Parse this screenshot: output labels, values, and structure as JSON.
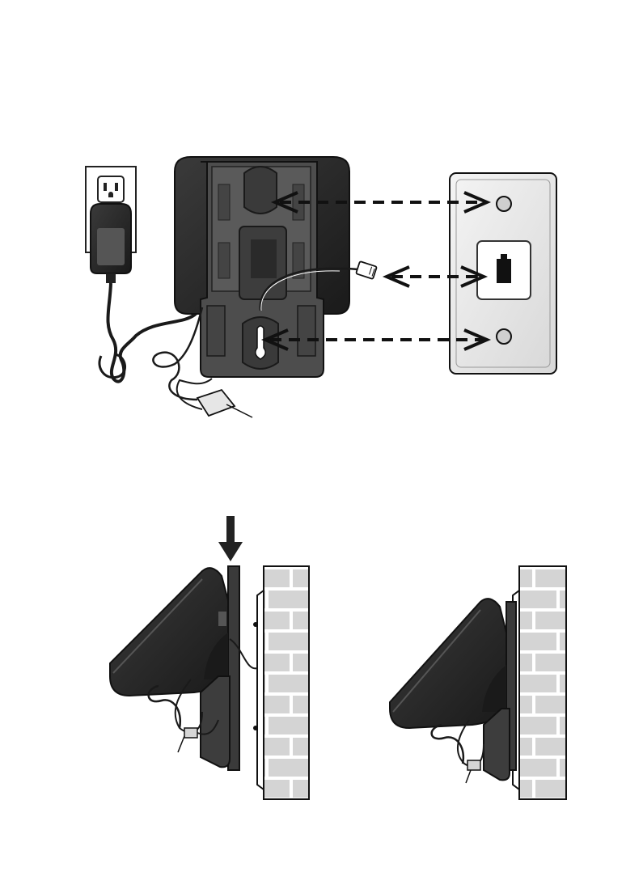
{
  "figure": {
    "top_panel": {
      "outlet": "power-outlet",
      "adapter": "power-adapter",
      "base": "telephone-base-back",
      "wall_plate": "wall-plate-with-phone-jack",
      "arrows": [
        "upper-mounting-stud-arrow",
        "phone-jack-arrow",
        "lower-mounting-stud-arrow"
      ]
    },
    "bottom_left_panel": {
      "base": "telephone-base-side",
      "action": "slide-down-arrow",
      "wall": "brick-wall"
    },
    "bottom_right_panel": {
      "base": "telephone-base-mounted",
      "wall": "brick-wall"
    }
  },
  "colors": {
    "device_dark": "#2b2b2b",
    "device_mid": "#4a4a4a",
    "plate_grey": "#e6e6e6",
    "brick_grey": "#d2d2d2",
    "outline": "#111111"
  },
  "icons": [
    "dashed-arrow-icon",
    "down-arrow-icon",
    "phone-jack-icon",
    "outlet-icon"
  ]
}
